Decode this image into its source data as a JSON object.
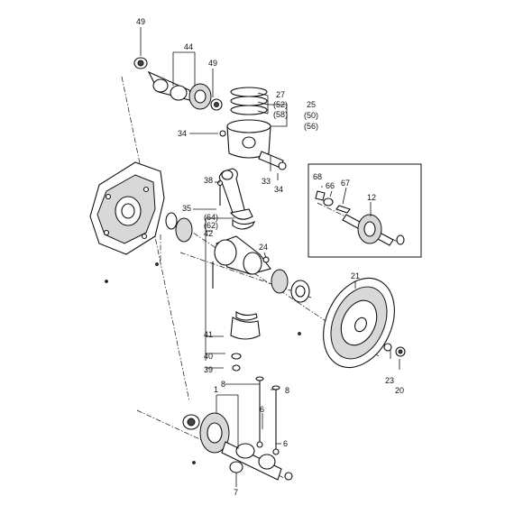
{
  "callouts": {
    "c49a": "49",
    "c44": "44",
    "c49b": "49",
    "c27": "27",
    "c52": "(52)",
    "c58": "(58)",
    "c25": "25",
    "c50": "(50)",
    "c56": "(56)",
    "c34a": "34",
    "c33": "33",
    "c34b": "34",
    "c38": "38",
    "c35": "35",
    "c64": "(64)",
    "c62": "(62)",
    "c42": "42",
    "c24": "24",
    "c41": "41",
    "c40": "40",
    "c39": "39",
    "c68": "68",
    "c66": "66",
    "c67": "67",
    "c12": "12",
    "c21": "21",
    "c23": "23",
    "c20": "20",
    "c1": "1",
    "c8a": "8",
    "c8b": "8",
    "c6a": "6",
    "c6b": "6",
    "c7": "7"
  }
}
